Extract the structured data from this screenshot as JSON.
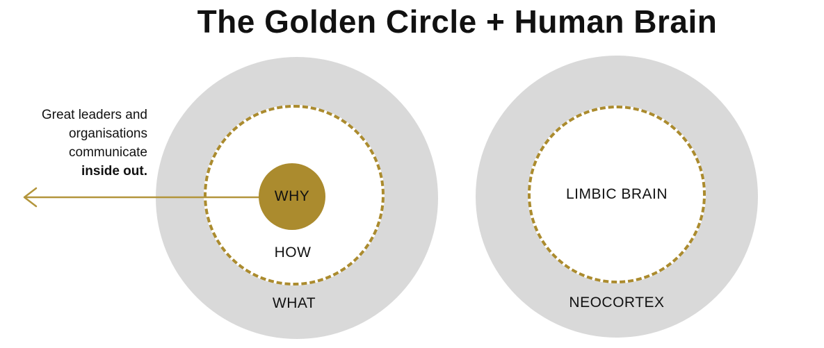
{
  "title": "The Golden Circle + Human Brain",
  "colors": {
    "gold": "#ab8b2e",
    "gray": "#d9d9d9",
    "text": "#111111"
  },
  "annotation": {
    "lines": [
      "Great leaders and",
      "organisations",
      "communicate"
    ],
    "bold_line": "inside out."
  },
  "golden_circle": {
    "why_label": "WHY",
    "how_label": "HOW",
    "what_label": "WHAT"
  },
  "brain": {
    "limbic_label": "LIMBIC BRAIN",
    "neocortex_label": "NEOCORTEX"
  }
}
